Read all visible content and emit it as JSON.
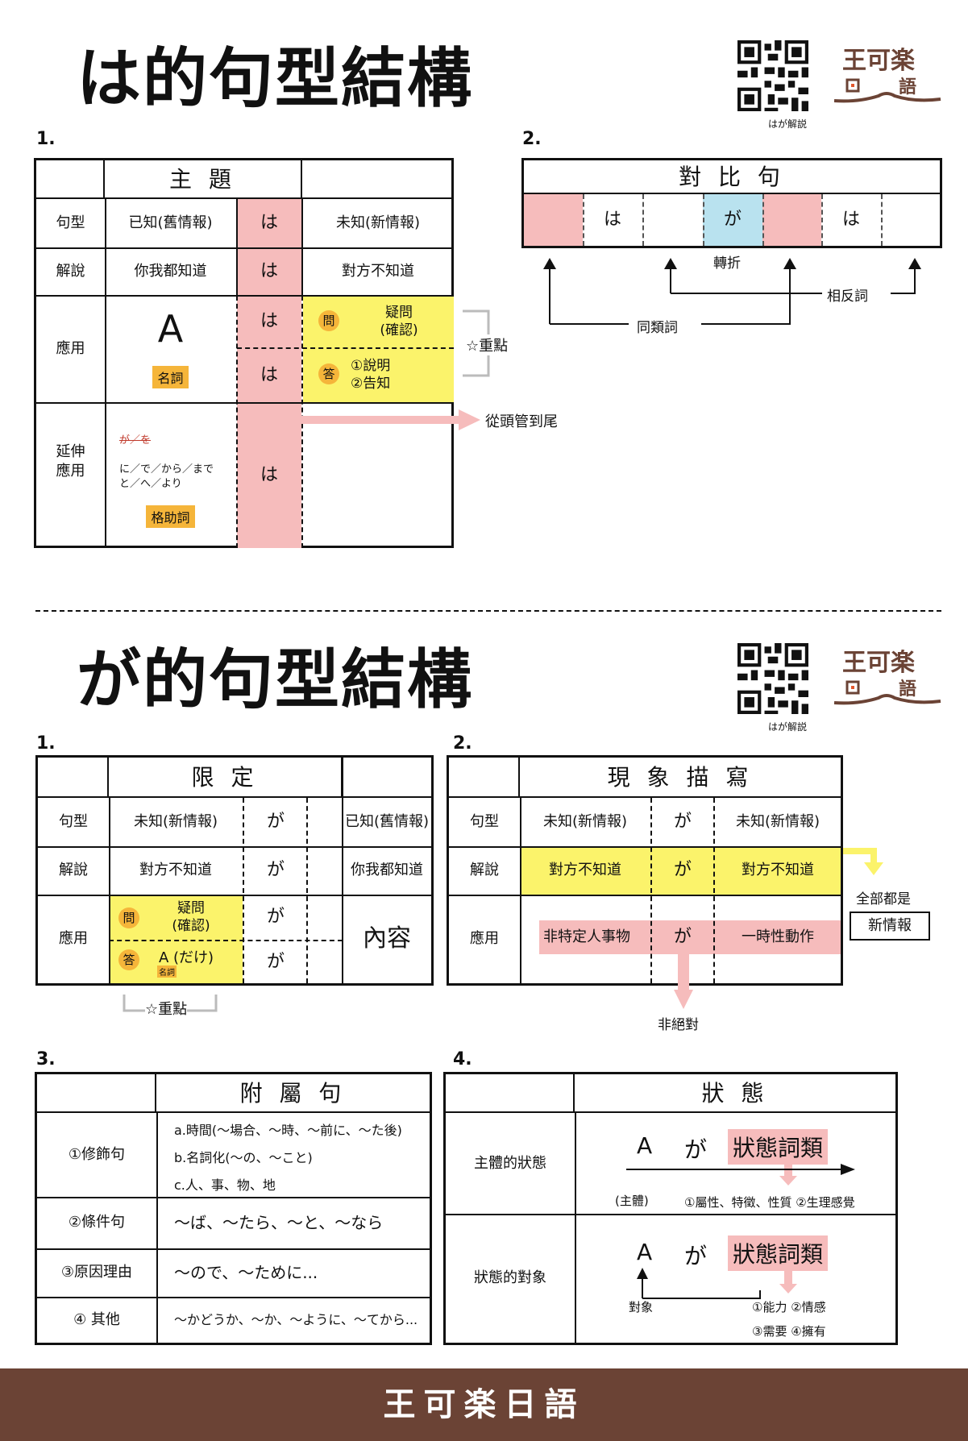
{
  "logo": {
    "text": "王可楽日語"
  },
  "qr_label": "はが解説",
  "ha": {
    "title": "は的句型結構",
    "sec1": {
      "num": "1.",
      "header": "主 題",
      "rows": {
        "pattern": {
          "label": "句型",
          "left": "已知(舊情報)",
          "mid": "は",
          "right": "未知(新情報)"
        },
        "explain": {
          "label": "解說",
          "left": "你我都知道",
          "mid": "は",
          "right": "對方不知道"
        },
        "apply": {
          "label": "應用",
          "a": "A",
          "noun": "名詞",
          "mid1": "は",
          "mid2": "は",
          "q_badge": "問",
          "q_text1": "疑問",
          "q_text2": "(確認)",
          "a_badge": "答",
          "a_text1": "①說明",
          "a_text2": "②告知"
        },
        "extend": {
          "label1": "延伸",
          "label2": "應用",
          "strike": "が／を",
          "particles1": "に／で／から／まで",
          "particles2": "と／へ／より",
          "case": "格助詞",
          "mid": "は"
        }
      },
      "key_point": "☆重點",
      "arrow_text": "從頭管到尾"
    },
    "sec2": {
      "num": "2.",
      "header": "對 比 句",
      "cells": [
        "",
        "は",
        "",
        "が",
        "",
        "は",
        ""
      ],
      "turn": "轉折",
      "same": "同類詞",
      "opposite": "相反詞"
    }
  },
  "ga": {
    "title": "が的句型結構",
    "sec1": {
      "num": "1.",
      "header": "限 定",
      "pattern": {
        "label": "句型",
        "left": "未知(新情報)",
        "mid": "が",
        "right": "已知(舊情報)"
      },
      "explain": {
        "label": "解說",
        "left": "對方不知道",
        "mid": "が",
        "right": "你我都知道"
      },
      "apply": {
        "label": "應用",
        "q_badge": "問",
        "q_text1": "疑問",
        "q_text2": "(確認)",
        "a_badge": "答",
        "a_text": "A (だけ)",
        "noun": "名詞",
        "mid1": "が",
        "mid2": "が",
        "right": "內容"
      },
      "key_point": "☆重點"
    },
    "sec2": {
      "num": "2.",
      "header": "現 象 描 寫",
      "pattern": {
        "label": "句型",
        "left": "未知(新情報)",
        "mid": "が",
        "right": "未知(新情報)"
      },
      "explain": {
        "label": "解說",
        "left": "對方不知道",
        "mid": "が",
        "right": "對方不知道"
      },
      "apply": {
        "label": "應用",
        "left": "非特定人事物",
        "mid": "が",
        "right": "一時性動作"
      },
      "all_are": "全部都是",
      "new_info": "新情報",
      "not_absolute": "非絕對"
    },
    "sec3": {
      "num": "3.",
      "header": "附 屬 句",
      "rows": [
        {
          "label": "①修飾句",
          "lines": [
            "a.時間(〜場合、〜時、〜前に、〜た後)",
            "b.名詞化(〜の、〜こと)",
            "c.人、事、物、地"
          ]
        },
        {
          "label": "②條件句",
          "lines": [
            "〜ば、〜たら、〜と、〜なら"
          ]
        },
        {
          "label": "③原因理由",
          "lines": [
            "〜ので、〜ために..."
          ]
        },
        {
          "label": "④ 其他",
          "lines": [
            "〜かどうか、〜か、〜ように、〜てから..."
          ]
        }
      ]
    },
    "sec4": {
      "num": "4.",
      "header": "狀 態",
      "row1": {
        "label": "主體的狀態",
        "a": "A",
        "ga": "が",
        "word": "狀態詞類",
        "subject": "(主體)",
        "note": "①屬性、特徵、性質 ②生理感覺"
      },
      "row2": {
        "label": "狀態的對象",
        "a": "A",
        "ga": "が",
        "word": "狀態詞類",
        "object": "對象",
        "note1": "①能力 ②情感",
        "note2": "③需要 ④擁有"
      }
    }
  },
  "footer": "王可楽日語",
  "colors": {
    "pink": "#f6bcbc",
    "yellow": "#fbf36b",
    "blue": "#b9e2ef",
    "orange": "#f5b53a",
    "brown": "#6b4335"
  }
}
